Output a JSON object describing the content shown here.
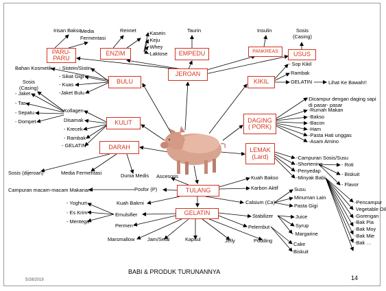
{
  "boxes": {
    "paru": "PARU-PARU",
    "enzim": "ENZIM",
    "empedu": "EMPEDU",
    "pankreas": "PANKREAS",
    "usus": "USUS",
    "jeroan": "JEROAN",
    "bulu": "BULU",
    "kikil": "KIKIL",
    "kulit": "KULIT",
    "daging": "DAGING\n( PORK)",
    "darah": "DARAH",
    "lemak": "LEMAK\n(Lard)",
    "tulang": "TULANG",
    "gelatin": "GELATIN"
  },
  "labels": {
    "irisan_bakso": "Irisan Bakso",
    "media_fermentasi_top": "Media\nFermentasi",
    "rennet": "Rennet",
    "kasein": "-Kasein",
    "keju": "-Keju",
    "whey": "-Whey",
    "laktose": "-Laktose",
    "taurin": "Taurin",
    "insulin": "Insulin",
    "sosis_casing_top": "Sosis\n(Casing)",
    "bahan_kosmetik": "Bahan Kosmetik",
    "sisten": "- Sistein/Sistin",
    "sikat_gigi": "- Sikat Gigi",
    "kuas": "- Kuas",
    "jaket_bulu": "-Jaket Bulu",
    "sop_kikil": "- Sop Kikil",
    "rambak_kikil": "Rambak",
    "gelatin_kikil": "GELATIN",
    "lihat": "Lihat Ke Bawah!!",
    "sosis_casing_left": "Sosis\n(Casing)",
    "jaket": "- Jaket",
    "tas": "- Tas",
    "sepatu": "- Sepatu",
    "dompet": "- Dompet",
    "kollagen": "Kollagen",
    "disamak": "Disamak",
    "krecek": "- Krecek",
    "rambak_kulit": "- Rambak",
    "gelatin_kulit": "- GELATIN",
    "dicampur": "-Dicampur dengan daging sapi\n di pasar- pasar",
    "rumah_makan": "-Rumah Makan",
    "bakso_d": "-Bakso",
    "bacon": "-Bacon",
    "ham": "-Ham",
    "pasta_hati": "-Pasta Hati unggas",
    "asam_amino": "-Asam Amino",
    "sosis_dijeroan": "Sosis (dijeroan)",
    "media_fermentasi_darah": "Media Fermentasi",
    "dunia_medis": "Dunia Medis",
    "campuran_sosis": "-Campuran Sosis/Susu",
    "shortening": "-Shortening",
    "penyedap": "-Penyedap",
    "minyak_babi": "-Minyak Babi",
    "roti": "- Roti",
    "biskuit": "- Biskuit",
    "flavor": "- Flavor",
    "ascesoris": "Ascesoris",
    "kuah_bakso": "Kuah Bakso",
    "karbon_aktif": "Karbon Aktif",
    "campuran_makanan": "Campuran macam-macam  Makanan",
    "posfor": "Posfor (P)",
    "calsium": "Calsium (Ca)",
    "susu": "Susu",
    "minuman_lain": "Minuman Lain",
    "pasta_gigi": "Pasta Gigi",
    "yoghurt": "- Yoghurt",
    "es_krim": "- Es Krim",
    "mentega": "- Mentega",
    "kuah_bakmi": "Kuah Bakmi",
    "emulsifier": "Emulsifier",
    "permen": "Permen",
    "stabilizer": "Stabilizer",
    "juice": "Juice",
    "syrup": "Syrup",
    "margarine": "- Margarine",
    "pelembut": "Pelembut",
    "cake": "Cake",
    "biskuit2": "Biskuit",
    "pencampur": "-Pencampur\n Vegetable Oil\n-Gorengan\n-Bak Pia\n-Bak Moy\n-Bak Mie\n-Bak …",
    "marsmallow": "Marsmallow",
    "jam_selai": "Jam/Selai",
    "kapsul": "Kapsul",
    "jelly": "Jelly",
    "pudding": "Pudding"
  },
  "footer": {
    "title": "BABI & PRODUK  TURUNANNYA",
    "date": "5/28/2019",
    "page": "14"
  },
  "colors": {
    "box_border": "#d0311e",
    "box_text": "#d9361f",
    "arrow": "#000000"
  },
  "image": {
    "central": "pig-illustration"
  }
}
